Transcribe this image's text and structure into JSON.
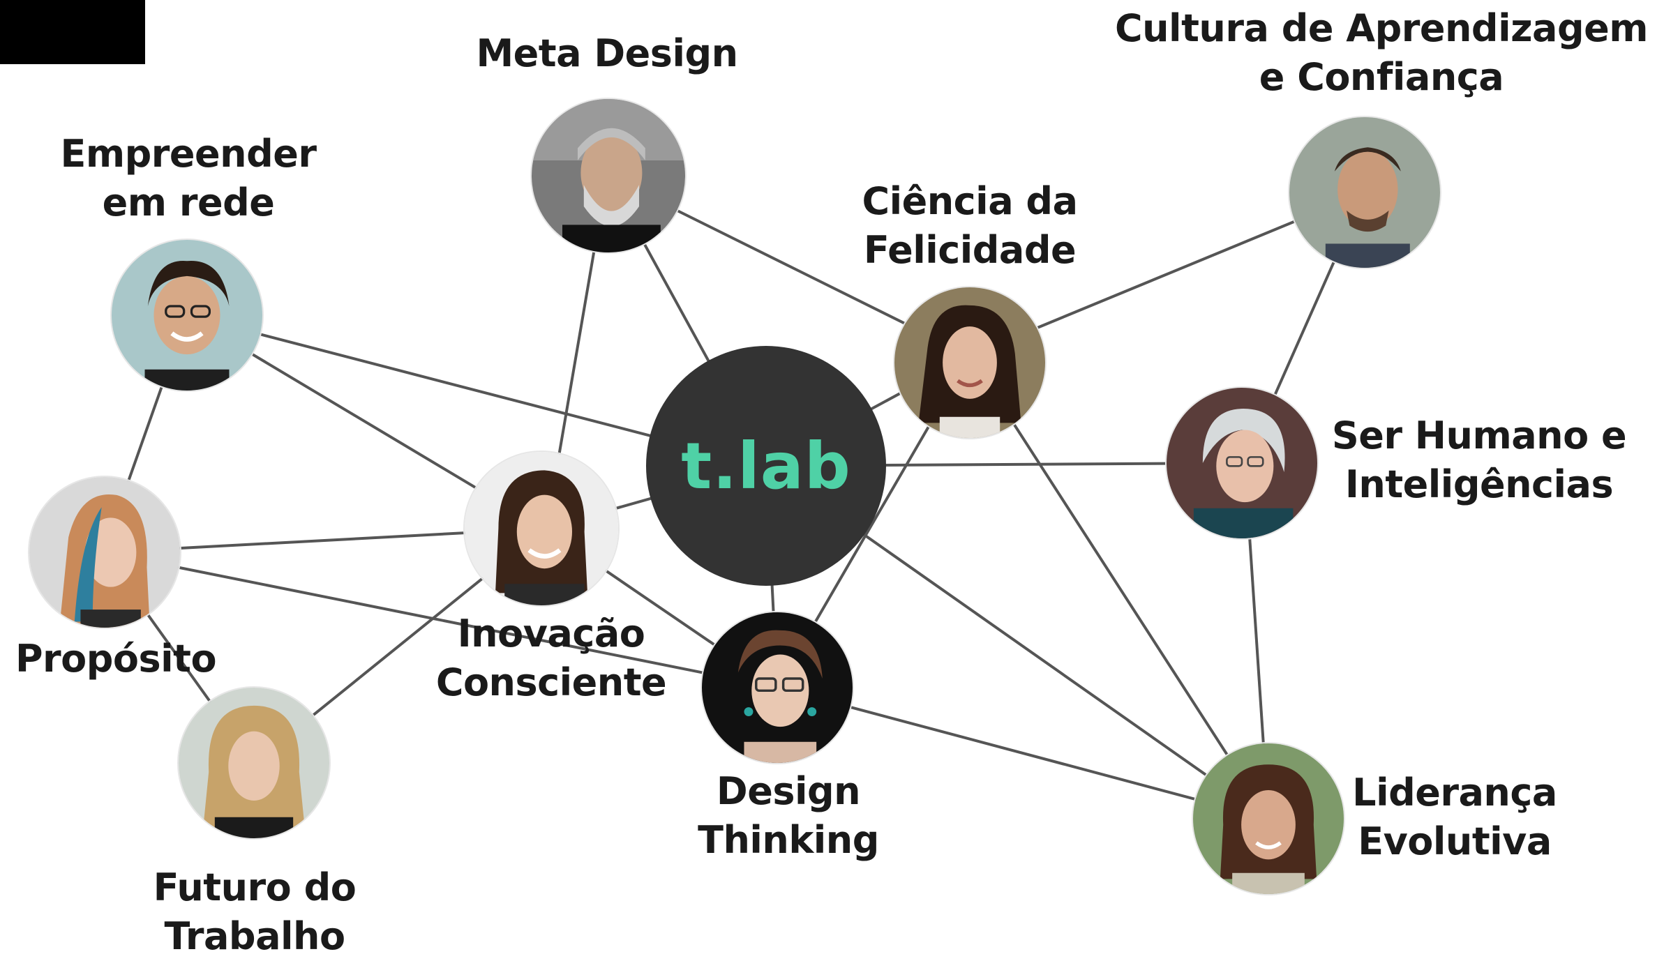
{
  "hub": {
    "label": "t.lab",
    "bg_color": "#333333",
    "text_color": "#4fd1a6"
  },
  "nodes": {
    "meta_design": {
      "lines": [
        "Meta Design"
      ],
      "icon": "person-photo-icon"
    },
    "empreender": {
      "lines": [
        "Empreender",
        "em rede"
      ],
      "icon": "person-photo-icon"
    },
    "cultura": {
      "lines": [
        "Cultura de Aprendizagem",
        "e Confiança"
      ],
      "icon": "person-photo-icon"
    },
    "ciencia": {
      "lines": [
        "Ciência da",
        "Felicidade"
      ],
      "icon": "person-photo-icon"
    },
    "ser_humano": {
      "lines": [
        "Ser Humano e",
        "Inteligências"
      ],
      "icon": "person-photo-icon"
    },
    "proposito": {
      "lines": [
        "Propósito"
      ],
      "icon": "person-photo-icon"
    },
    "inovacao": {
      "lines": [
        "Inovação",
        "Consciente"
      ],
      "icon": "person-photo-icon"
    },
    "futuro": {
      "lines": [
        "Futuro do",
        "Trabalho"
      ],
      "icon": "person-photo-icon"
    },
    "design_thinking": {
      "lines": [
        "Design",
        "Thinking"
      ],
      "icon": "person-photo-icon"
    },
    "lideranca": {
      "lines": [
        "Liderança",
        "Evolutiva"
      ],
      "icon": "person-photo-icon"
    }
  }
}
